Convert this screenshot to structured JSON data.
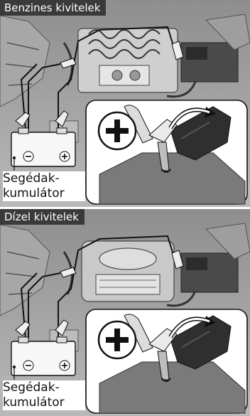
{
  "panels": [
    {
      "title": "Benzines kivitelek",
      "caption_line1": "Segédak-",
      "caption_line2": "kumulátor"
    },
    {
      "title": "Dízel kivitelek",
      "caption_line1": "Segédak-",
      "caption_line2": "kumulátor"
    }
  ],
  "icons": {
    "plus_sign": "plus-icon",
    "minus_sign": "minus-icon",
    "arrow": "curved-arrow-icon"
  }
}
